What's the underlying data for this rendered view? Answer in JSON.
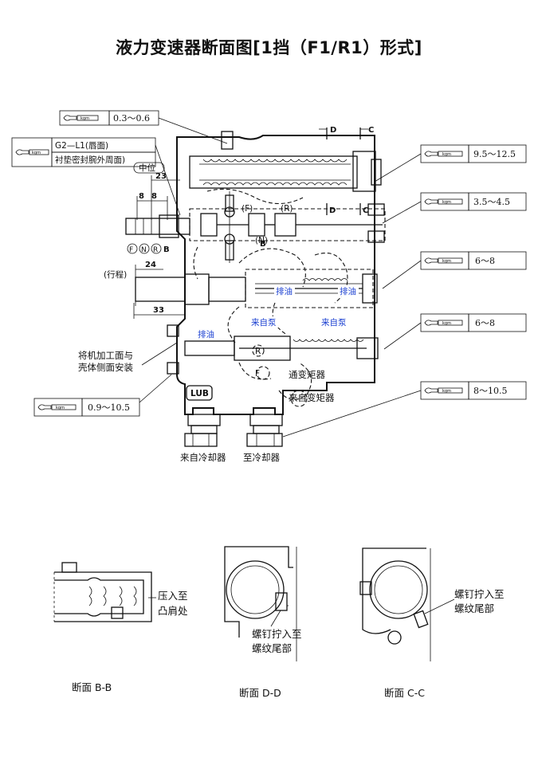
{
  "title": "液力变速器断面图[1挡（F1/R1）形式]",
  "torque_labels": [
    {
      "id": "t1",
      "value": "0.3〜0.6"
    },
    {
      "id": "t2a",
      "value": "G2—L1(唇面)"
    },
    {
      "id": "t2b",
      "value": "衬垫密封腕外周面)"
    },
    {
      "id": "t3",
      "value": "9.5〜12.5"
    },
    {
      "id": "t4",
      "value": "3.5〜4.5"
    },
    {
      "id": "t5",
      "value": "6〜8"
    },
    {
      "id": "t6",
      "value": "6〜8"
    },
    {
      "id": "t7",
      "value": "8〜10.5"
    },
    {
      "id": "t8",
      "value": "0.9〜10.5"
    }
  ],
  "wrench_unit": "kgm",
  "dimensions": {
    "d23": "23",
    "d8a": "8",
    "d8b": "8",
    "d24": "24",
    "d33": "33"
  },
  "section_marks": {
    "D": "D",
    "C": "C",
    "B": "B",
    "B2": "B",
    "D2": "D",
    "C2": "C"
  },
  "positions": {
    "F": "F",
    "N": "N",
    "R": "R",
    "zhongwei": "中位",
    "xingcheng": "(行程)",
    "pF": "(F)",
    "pR": "(R)",
    "pN": "(N)"
  },
  "labels": {
    "paiyou1": "排油",
    "paiyou2": "排油",
    "paiyou3": "排油",
    "laizibeng1": "来自泵",
    "laizibeng2": "来自泵",
    "mount1": "将机加工面与",
    "mount2": "壳体侧面安装",
    "tongbianjuqi": "通变矩器",
    "laizibianjuqi": "来自变矩器",
    "lub": "LUB",
    "laizilengqueqi": "来自冷却器",
    "zhilengqueqi": "至冷却器",
    "Rmark": "R",
    "Fmark": "F"
  },
  "sections": [
    {
      "id": "bb",
      "note1": "压入至",
      "note2": "凸肩处",
      "caption": "断面  B-B"
    },
    {
      "id": "dd",
      "note1": "螺钉拧入至",
      "note2": "螺纹尾部",
      "caption": "断面  D-D"
    },
    {
      "id": "cc",
      "note1": "螺钉拧入至",
      "note2": "螺纹尾部",
      "caption": "断面  C-C"
    }
  ]
}
